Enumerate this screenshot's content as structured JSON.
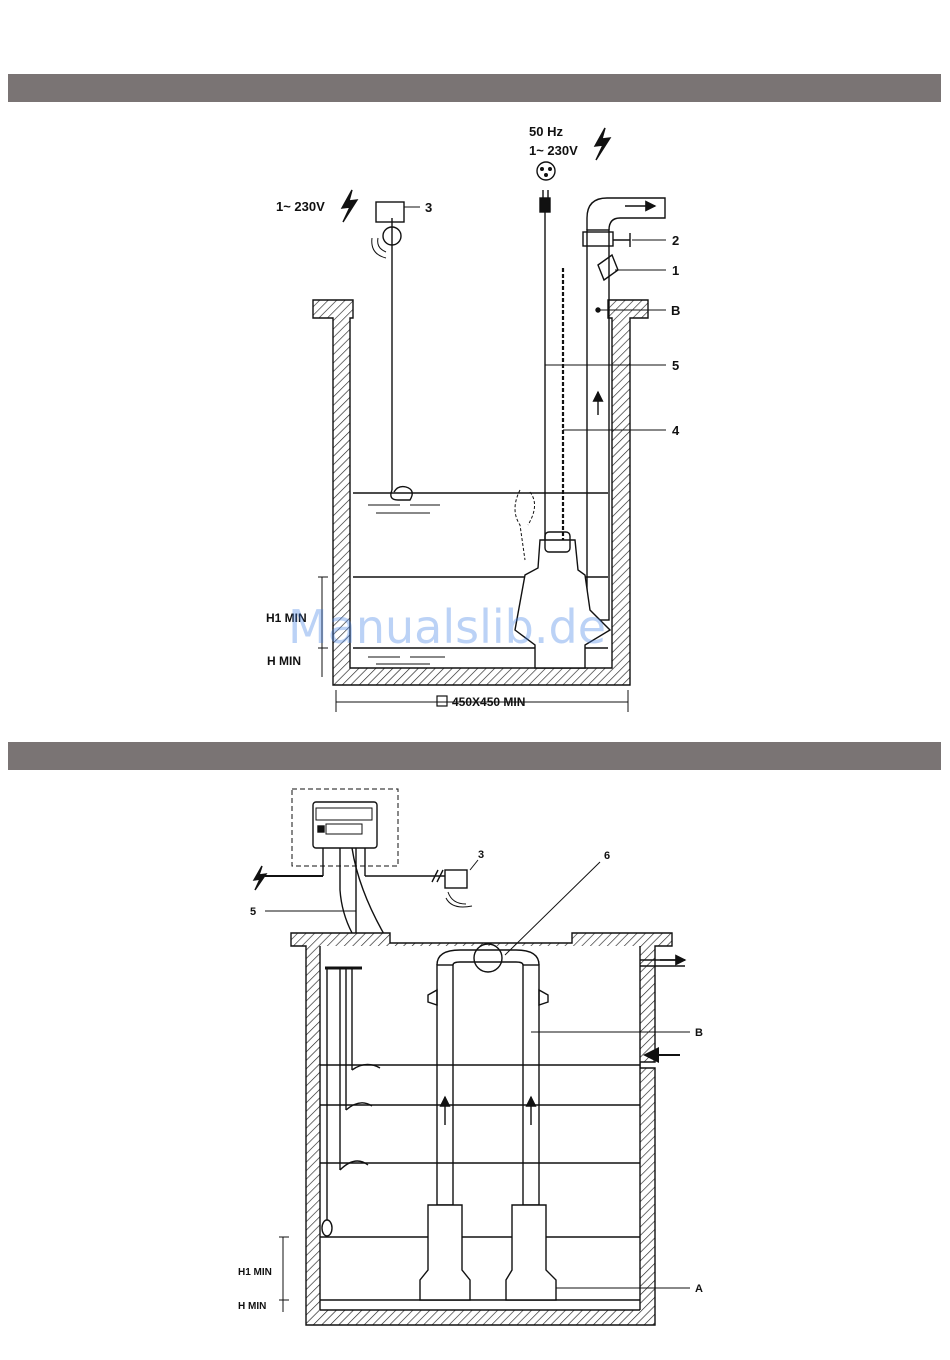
{
  "header_bands": {
    "color": "#7a7474"
  },
  "watermark": "Manualslib.de",
  "diagram_top": {
    "power_supply": {
      "line1": "50 Hz",
      "line2": "1~ 230V"
    },
    "alarm_voltage": "1~ 230V",
    "labels": {
      "l1": "1",
      "l2": "2",
      "l3": "3",
      "l4": "4",
      "l5": "5",
      "lb": "B"
    },
    "dimension": "450X450 MIN",
    "h1_min": "H1 MIN",
    "h_min": "H MIN"
  },
  "diagram_bottom": {
    "labels": {
      "l3": "3",
      "l5": "5",
      "l6": "6",
      "lb": "B",
      "la": "A"
    },
    "h1_min": "H1 MIN",
    "h_min": "H MIN"
  }
}
